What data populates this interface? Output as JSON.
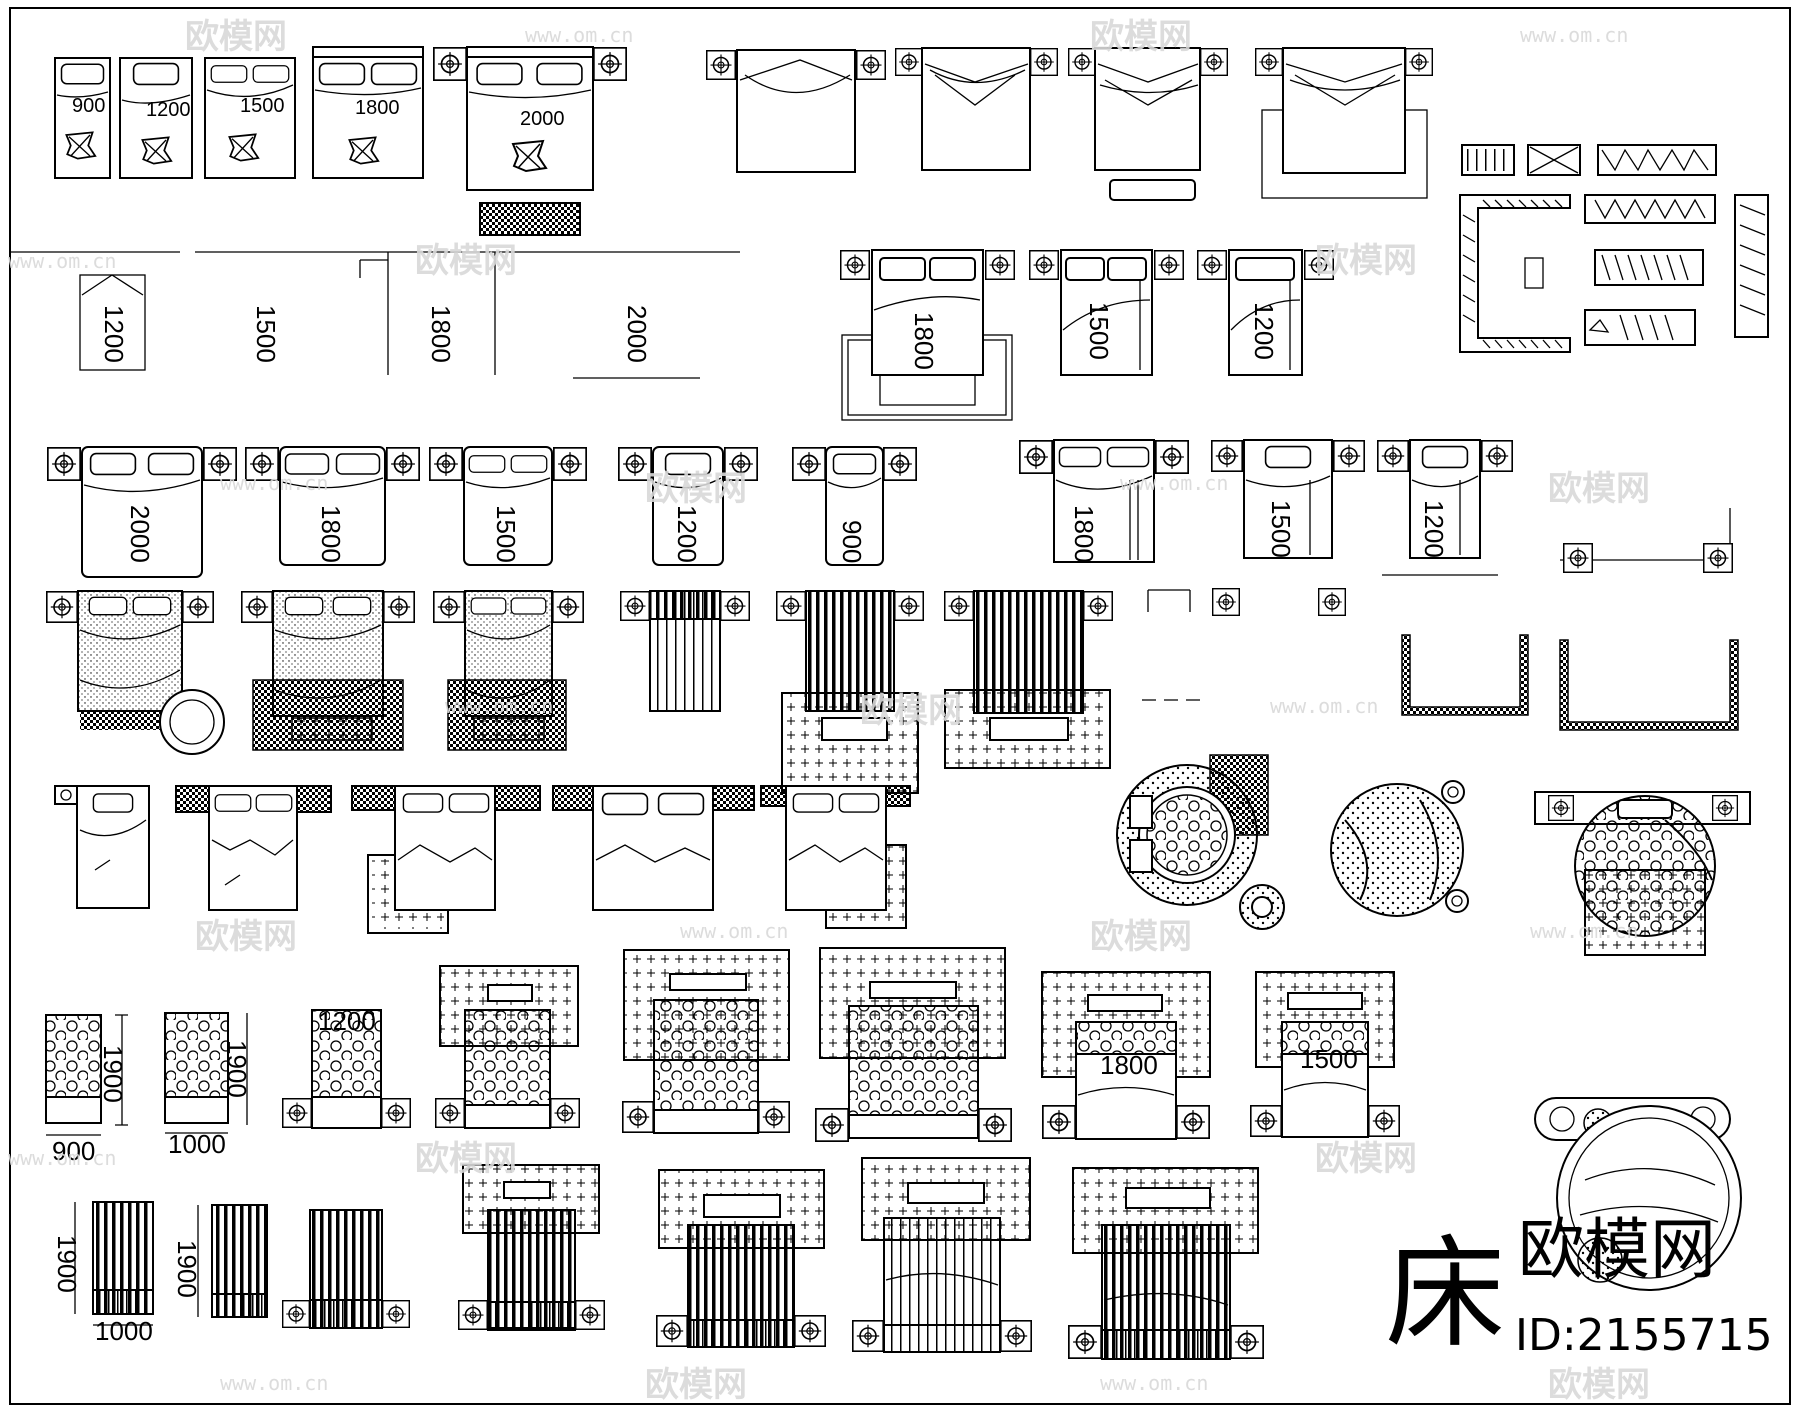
{
  "sheet": {
    "title": "床",
    "brand": "欧模网",
    "id_label": "ID:2155715"
  },
  "watermark": {
    "brand": "欧模网",
    "url": "www.om.cn"
  },
  "dimensions": {
    "topRow": [
      "900",
      "1200",
      "1500",
      "1800",
      "2000"
    ],
    "guideRow": [
      "1200",
      "1500",
      "1800",
      "2000"
    ],
    "midGroup": [
      "1800",
      "1500",
      "1200"
    ],
    "row3": [
      "2000",
      "1800",
      "1500",
      "1200",
      "900"
    ],
    "row3b": [
      "1800",
      "1500",
      "1200"
    ],
    "polkaLengths": [
      "1900",
      "1900"
    ],
    "polkaWidths": [
      "900",
      "1000"
    ],
    "polkaTop": "1200",
    "quiltLabels": [
      "1800",
      "1500"
    ],
    "stripeLengths": [
      "1900",
      "1900"
    ],
    "stripeWidth": "1000"
  }
}
